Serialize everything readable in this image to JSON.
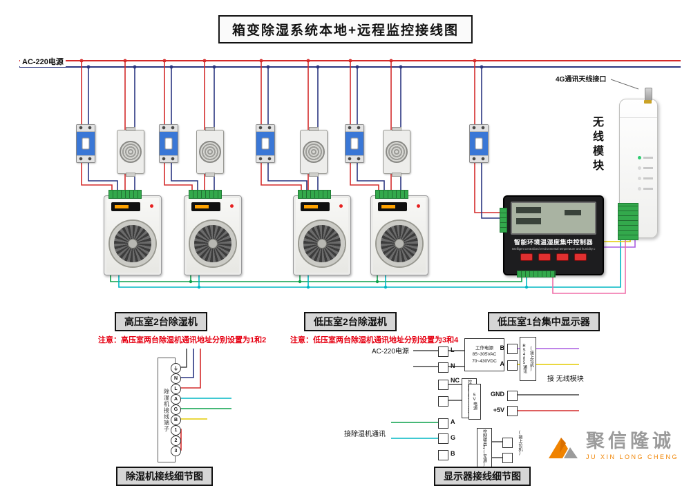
{
  "title": "箱变除湿系统本地+远程监控接线图",
  "top": {
    "ac_label": "AC-220电源",
    "antenna_label": "4G通讯天线接口",
    "wireless_label": "无线模块"
  },
  "controller": {
    "name_cn": "智能环境温湿度集中控制器",
    "name_en": "Intelligent centralized environmental temperature and humidity controller"
  },
  "sections": [
    {
      "label": "高压室2台除湿机",
      "note": "注意：高压室两台除湿机通讯地址分别设置为1和2"
    },
    {
      "label": "低压室2台除湿机",
      "note": "注意：低压室两台除湿机通讯地址分别设置为3和4"
    },
    {
      "label": "低压室1台集中显示器"
    }
  ],
  "detail_left": {
    "caption": "除湿机接线细节图",
    "device_label": "除湿机接线端子",
    "terminals": [
      "⏚",
      "N",
      "L",
      "A",
      "G",
      "B",
      "1",
      "2",
      "3"
    ]
  },
  "detail_right": {
    "caption": "显示器接线细节图",
    "ac_label": "AC-220电源",
    "power_box": [
      "工作电源",
      "85~305VAC",
      "70~430VDC"
    ],
    "left_terminals": [
      "L",
      "N",
      "NC",
      "A",
      "G",
      "B"
    ],
    "right_terminals": [
      "B",
      "A",
      "GND",
      "+5V"
    ],
    "out1_label": "控制输出1(无源)",
    "out2_label": "控制输出2(无源)",
    "rs485_label_1": "RS485通讯",
    "rs485_label_2": "(接上位机)",
    "v5_label": "5V电源",
    "to_wireless": "接 无线模块",
    "to_dehumidifier": "接除湿机通讯",
    "to_host": "(接上位机)"
  },
  "colors": {
    "live": "#d42a2a",
    "neutral": "#2a3580",
    "comm_green": "#0aa14a",
    "comm_cyan": "#00b7c3",
    "rs485_yellow": "#e3cc00",
    "rs485_purple": "#a85ce0",
    "signal_pink": "#f06ea8",
    "terminal_green": "#33a94c",
    "note_red": "#e60012",
    "logo_orange": "#f08300"
  },
  "logo": {
    "cn": "聚信隆诚",
    "en": "JU XIN LONG CHENG"
  }
}
